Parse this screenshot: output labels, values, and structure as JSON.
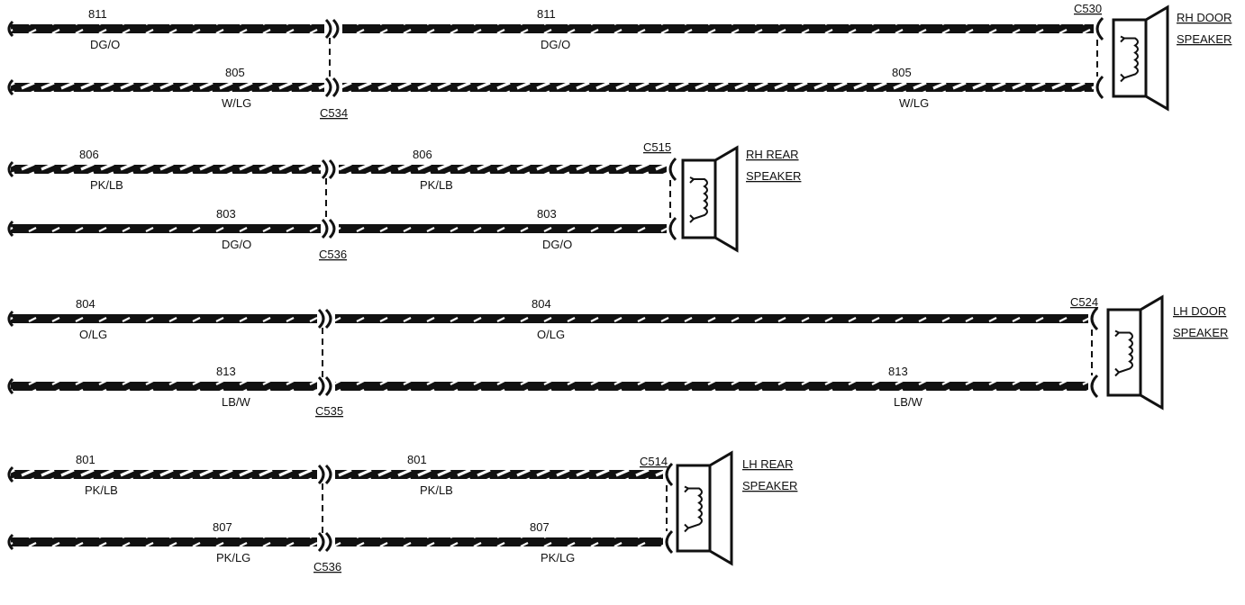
{
  "groups": [
    {
      "wires": [
        {
          "num_left": "811",
          "color_left": "DG/O",
          "num_right": "811",
          "color_right": "DG/O",
          "stripe": "dark"
        },
        {
          "num_left": "805",
          "color_left": "W/LG",
          "num_right": "805",
          "color_right": "W/LG",
          "stripe": "light"
        }
      ],
      "mid_connector": "C534",
      "end_connector": "C530",
      "speaker": [
        "RH DOOR",
        "SPEAKER"
      ]
    },
    {
      "wires": [
        {
          "num_left": "806",
          "color_left": "PK/LB",
          "num_right": "806",
          "color_right": "PK/LB",
          "stripe": "light"
        },
        {
          "num_left": "803",
          "color_left": "DG/O",
          "num_right": "803",
          "color_right": "DG/O",
          "stripe": "dark"
        }
      ],
      "mid_connector": "C536",
      "end_connector": "C515",
      "speaker": [
        "RH REAR",
        "SPEAKER"
      ]
    },
    {
      "wires": [
        {
          "num_left": "804",
          "color_left": "O/LG",
          "num_right": "804",
          "color_right": "O/LG",
          "stripe": "dark"
        },
        {
          "num_left": "813",
          "color_left": "LB/W",
          "num_right": "813",
          "color_right": "LB/W",
          "stripe": "dark"
        }
      ],
      "mid_connector": "C535",
      "end_connector": "C524",
      "speaker": [
        "LH DOOR",
        "SPEAKER"
      ]
    },
    {
      "wires": [
        {
          "num_left": "801",
          "color_left": "PK/LB",
          "num_right": "801",
          "color_right": "PK/LB",
          "stripe": "light"
        },
        {
          "num_left": "807",
          "color_left": "PK/LG",
          "num_right": "807",
          "color_right": "PK/LG",
          "stripe": "dark"
        }
      ],
      "mid_connector": "C536",
      "end_connector": "C514",
      "speaker": [
        "LH REAR",
        "SPEAKER"
      ]
    }
  ],
  "colors": {
    "ink": "#111111",
    "paper": "#ffffff"
  }
}
